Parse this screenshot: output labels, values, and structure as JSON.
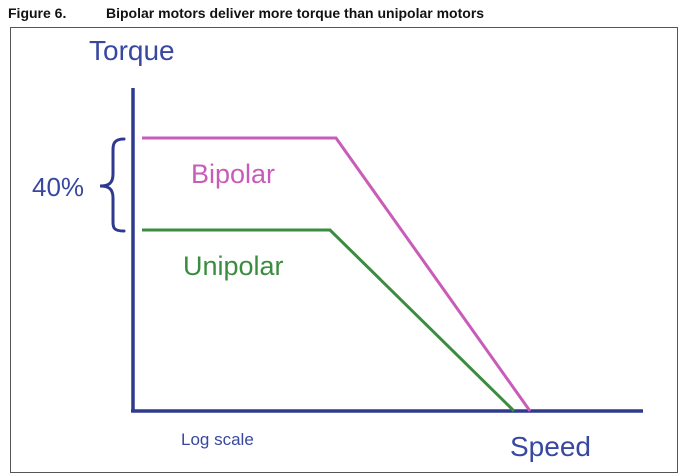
{
  "header": {
    "figure_number": "Figure 6.",
    "caption": "Bipolar motors deliver more torque than unipolar motors"
  },
  "diagram": {
    "y_axis_label": "Torque",
    "x_axis_label": "Speed",
    "scale_note": "Log scale",
    "difference_label": "40%",
    "curves": [
      {
        "name": "Bipolar",
        "color": "#c95cb8"
      },
      {
        "name": "Unipolar",
        "color": "#3a8c3f"
      }
    ],
    "axis_color": "#2f3a8f",
    "label_color": "#3848a0"
  }
}
